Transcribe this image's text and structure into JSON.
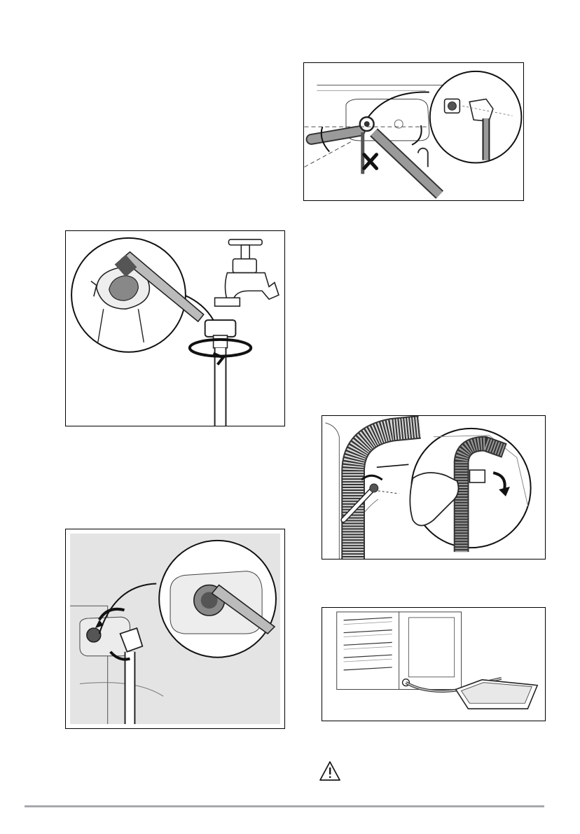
{
  "page": {
    "figures": [
      {
        "id": "hose-back",
        "icon": "inlet-hose-connection-illustration"
      },
      {
        "id": "tap-filter",
        "icon": "tap-filter-cleaning-illustration"
      },
      {
        "id": "valve-filter",
        "icon": "valve-filter-cleaning-illustration"
      },
      {
        "id": "drain-hose",
        "icon": "drain-hose-removal-illustration"
      },
      {
        "id": "emergency-drain",
        "icon": "emergency-drain-illustration"
      }
    ],
    "warning": {
      "icon": "warning-triangle-icon"
    },
    "colors": {
      "rule": "#a7a9ac",
      "panel_gray": "#e4e4e4",
      "ink": "#1a1a1a"
    }
  }
}
